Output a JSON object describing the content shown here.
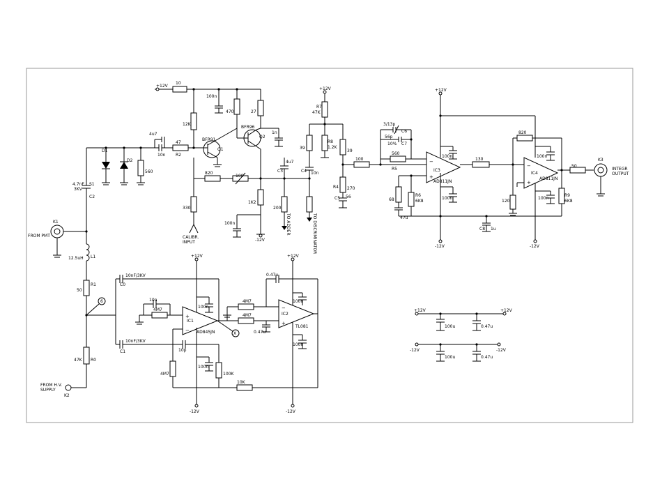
{
  "supplies": {
    "pos": "+12V",
    "neg": "-12V"
  },
  "connectors": {
    "k1": "K1",
    "k2": "K2",
    "k3": "K3"
  },
  "labels": {
    "from_pmt": "FROM PMT",
    "from_hv_1": "FROM H.V.",
    "from_hv_2": "SUPPLY",
    "integr_1": "INTEGR",
    "integr_2": "OUTPUT",
    "calibr_1": "CALIBR.",
    "calibr_2": "INPUT",
    "to_adder": "TO ADDER",
    "to_discriminator": "TO DISCRIMINATOR"
  },
  "components": {
    "r_10": "10",
    "c_100n": "100n",
    "r_470": "470",
    "r_27": "27",
    "q_bfr96": "BFR96",
    "q2": "Q2",
    "c_1n": "1n",
    "r7_name": "R7",
    "r7_val": "47K",
    "r_12k": "12K",
    "c_4u7": "4u7",
    "bfr91": "BFR91",
    "q1": "Q1",
    "r_47": "47",
    "r2": "R2",
    "r_39a": "39",
    "r8_name": "R8",
    "r8_val": "1.2K",
    "r_39b": "39",
    "c_10n": "10n",
    "d1": "D1",
    "d2": "D2",
    "r_560a": "560",
    "c_47nf": "4.7nF",
    "s1": "S1",
    "kv3": "3KV",
    "c2": "C2",
    "r_820a": "820",
    "r_100a": "100",
    "c3": "C3",
    "c4": "C4",
    "c3_val": "4u7",
    "c4_val": "10n",
    "r_1k2": "1K2",
    "r_330": "330",
    "r_200": "200",
    "c_100n_b": "100n",
    "r4": "R4",
    "r_270": "270",
    "c5": "C5",
    "c5_val": "56",
    "r_100b": "100",
    "c6_val": "3/13p",
    "c6": "C6",
    "c7_val": "56p",
    "c7_tol": "10%",
    "c7": "C7",
    "r_560b": "560",
    "r5": "R5",
    "ic3": "IC3",
    "ad811_a": "AD811JN",
    "r_130": "130",
    "r_820b": "820",
    "ic4": "IC4",
    "ad811_b": "AD811JN",
    "r_50a": "50",
    "r_68": "68",
    "r6": "R6",
    "r6_val": "6K8",
    "c_47u": "47u",
    "r_120": "120",
    "r9": "R9",
    "r9_val": "6K8",
    "c8": "C8",
    "c8_val": "1u",
    "c_100n_c": "100n",
    "c_100n_d": "100n",
    "c_100n_e": "100n",
    "c_100n_f": "100n",
    "l1_val": "12.5uH",
    "l1": "L1",
    "r_50b": "50",
    "r1": "R1",
    "r0_val": "47K",
    "r0": "R0",
    "c0_val": "10nF/3KV",
    "c0": "C0",
    "c1_val": "10nF/3KV",
    "c1": "C1",
    "c_10n_b": "10n",
    "r_4m7a": "4M7",
    "ic1": "IC1",
    "ad845": "AD845JN",
    "c_10p": "10p",
    "r_4m7b": "4M7",
    "r_100k_a": "100K",
    "c_100n_g": "100n",
    "c_100n_h": "100n",
    "r_4m7c": "4M7",
    "r_4m7d": "4M7",
    "c_047a": "0.47u",
    "c_047b": "0.47u",
    "ic2": "IC2",
    "tl081": "TL081",
    "c_100n_i": "100n",
    "c_100n_j": "100n",
    "r_10k": "10K",
    "node_6": "6",
    "node_x": "X",
    "dec_100u_a": "100u",
    "dec_047_a": "0.47u",
    "dec_100u_b": "100u",
    "dec_047_b": "0.47u"
  }
}
